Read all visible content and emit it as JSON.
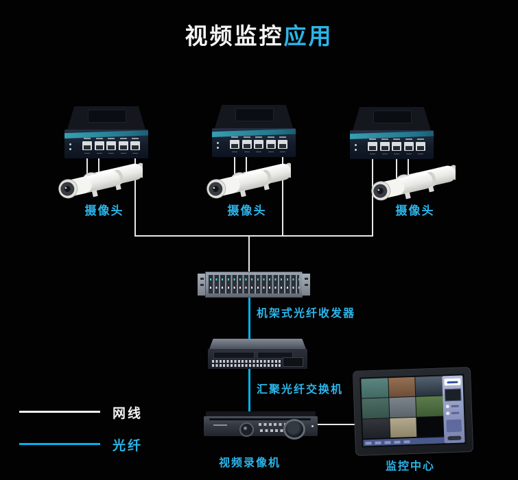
{
  "title": {
    "main": "视频监控",
    "accent": "应用"
  },
  "camera_groups": [
    {
      "label": "摄像头"
    },
    {
      "label": "摄像头"
    },
    {
      "label": "摄像头"
    }
  ],
  "backbone": {
    "rack_transceiver_label": "机架式光纤收发器",
    "aggregation_switch_label": "汇聚光纤交换机",
    "video_recorder_label": "视频录像机",
    "monitor_center_label": "监控中心"
  },
  "legend": {
    "items": [
      {
        "label": "网线",
        "color": "#ffffff"
      },
      {
        "label": "光纤",
        "color": "#00b2ef"
      }
    ]
  },
  "colors": {
    "background": "#000000",
    "accent_cyan": "#2bb5e9",
    "fiber_line": "#00b2ef",
    "cable_line": "#e9e9e9",
    "switch_teal": "#2e93a8"
  }
}
